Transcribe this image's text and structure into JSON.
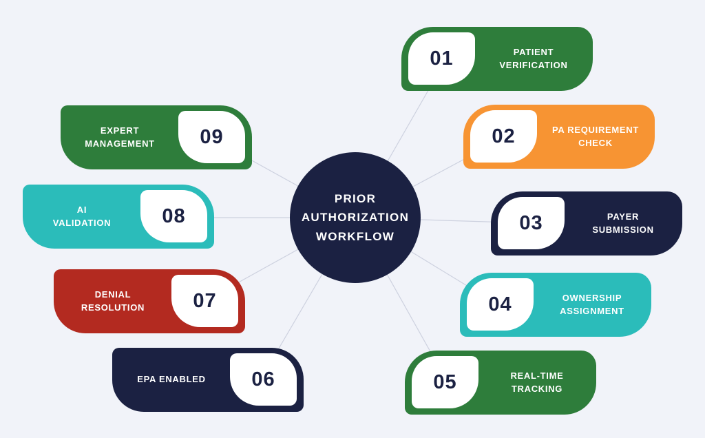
{
  "background_color": "#F1F3F9",
  "connector_color": "#CDD1DF",
  "number_text_color": "#1B2142",
  "center": {
    "title": "PRIOR\nAUTHORIZATION\nWORKFLOW",
    "color": "#1B2142",
    "text_color": "#FFFFFF"
  },
  "steps": [
    {
      "number": "01",
      "label": "PATIENT\nVERIFICATION",
      "color": "#2E7D3B",
      "side": "right"
    },
    {
      "number": "02",
      "label": "PA REQUIREMENT\nCHECK",
      "color": "#F79433",
      "side": "right"
    },
    {
      "number": "03",
      "label": "PAYER\nSUBMISSION",
      "color": "#1B2142",
      "side": "right"
    },
    {
      "number": "04",
      "label": "OWNERSHIP\nASSIGNMENT",
      "color": "#2BBCBA",
      "side": "right"
    },
    {
      "number": "05",
      "label": "REAL-TIME\nTRACKING",
      "color": "#2E7D3B",
      "side": "right"
    },
    {
      "number": "06",
      "label": "EPA ENABLED",
      "color": "#1B2142",
      "side": "left"
    },
    {
      "number": "07",
      "label": "DENIAL\nRESOLUTION",
      "color": "#B32A20",
      "side": "left"
    },
    {
      "number": "08",
      "label": "AI\nVALIDATION",
      "color": "#2BBCBA",
      "side": "left"
    },
    {
      "number": "09",
      "label": "EXPERT\nMANAGEMENT",
      "color": "#2E7D3B",
      "side": "left"
    }
  ]
}
